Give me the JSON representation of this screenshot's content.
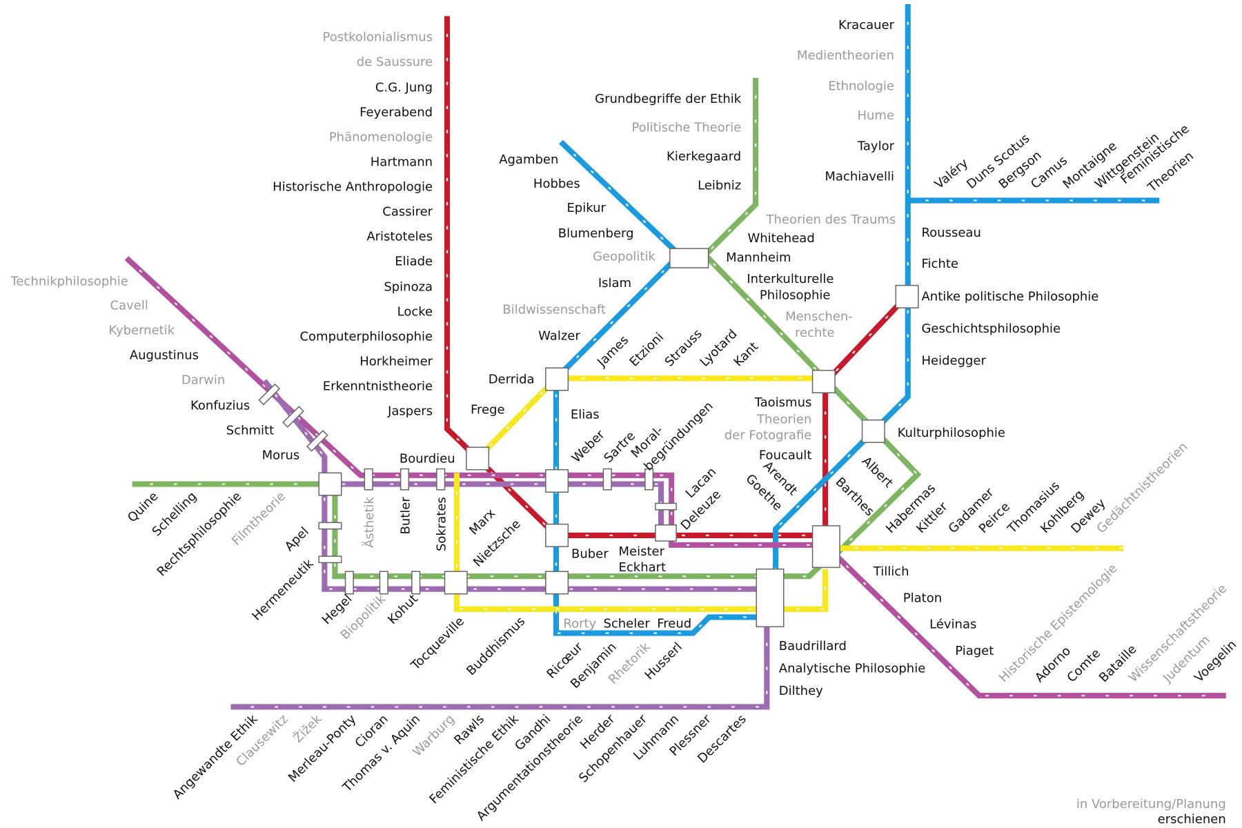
{
  "colors": {
    "red": "#c8192b",
    "blue": "#1a9be0",
    "green": "#7db561",
    "yellow": "#f7e71b",
    "magenta": "#b3509f",
    "lavender": "#9d6cb0",
    "published_text": "#111111",
    "planned_text": "#9a9a9a"
  },
  "legend": {
    "planned": "in Vorbereitung/Planung",
    "published": "erschienen"
  },
  "labels": [
    {
      "text": "Postkolonialismus",
      "status": "planned"
    },
    {
      "text": "de Saussure",
      "status": "planned"
    },
    {
      "text": "C.G. Jung",
      "status": "published"
    },
    {
      "text": "Feyerabend",
      "status": "published"
    },
    {
      "text": "Phänomenologie",
      "status": "planned"
    },
    {
      "text": "Hartmann",
      "status": "published"
    },
    {
      "text": "Historische Anthropologie",
      "status": "published"
    },
    {
      "text": "Cassirer",
      "status": "published"
    },
    {
      "text": "Aristoteles",
      "status": "published"
    },
    {
      "text": "Eliade",
      "status": "published"
    },
    {
      "text": "Spinoza",
      "status": "published"
    },
    {
      "text": "Locke",
      "status": "published"
    },
    {
      "text": "Computerphilosophie",
      "status": "published"
    },
    {
      "text": "Horkheimer",
      "status": "published"
    },
    {
      "text": "Erkenntnistheorie",
      "status": "published"
    },
    {
      "text": "Jaspers",
      "status": "published"
    },
    {
      "text": "Kracauer",
      "status": "published"
    },
    {
      "text": "Medientheorien",
      "status": "planned"
    },
    {
      "text": "Ethnologie",
      "status": "planned"
    },
    {
      "text": "Hume",
      "status": "planned"
    },
    {
      "text": "Taylor",
      "status": "published"
    },
    {
      "text": "Machiavelli",
      "status": "published"
    },
    {
      "text": "Theorien des Traums",
      "status": "planned"
    },
    {
      "text": "Rousseau",
      "status": "published"
    },
    {
      "text": "Fichte",
      "status": "published"
    },
    {
      "text": "Antike politische Philosophie",
      "status": "published"
    },
    {
      "text": "Geschichtsphilosophie",
      "status": "published"
    },
    {
      "text": "Heidegger",
      "status": "published"
    },
    {
      "text": "Kulturphilosophie",
      "status": "published"
    },
    {
      "text": "Valéry",
      "status": "published"
    },
    {
      "text": "Duns Scotus",
      "status": "published"
    },
    {
      "text": "Bergson",
      "status": "published"
    },
    {
      "text": "Camus",
      "status": "published"
    },
    {
      "text": "Montaigne",
      "status": "published"
    },
    {
      "text": "Wittgenstein",
      "status": "published"
    },
    {
      "text": "Feministische",
      "status": "published"
    },
    {
      "text": "Theorien",
      "status": "published"
    },
    {
      "text": "Grundbegriffe der Ethik",
      "status": "published"
    },
    {
      "text": "Politische Theorie",
      "status": "planned"
    },
    {
      "text": "Kierkegaard",
      "status": "published"
    },
    {
      "text": "Leibniz",
      "status": "published"
    },
    {
      "text": "Agamben",
      "status": "published"
    },
    {
      "text": "Hobbes",
      "status": "published"
    },
    {
      "text": "Epikur",
      "status": "published"
    },
    {
      "text": "Blumenberg",
      "status": "published"
    },
    {
      "text": "Geopolitik",
      "status": "planned"
    },
    {
      "text": "Islam",
      "status": "published"
    },
    {
      "text": "Bildwissenschaft",
      "status": "planned"
    },
    {
      "text": "Walzer",
      "status": "published"
    },
    {
      "text": "Derrida",
      "status": "published"
    },
    {
      "text": "Whitehead",
      "status": "published"
    },
    {
      "text": "Mannheim",
      "status": "published"
    },
    {
      "text": "Interkulturelle",
      "status": "published"
    },
    {
      "text": "Philosophie",
      "status": "published"
    },
    {
      "text": "Menschen-",
      "status": "planned"
    },
    {
      "text": "rechte",
      "status": "planned"
    },
    {
      "text": "James",
      "status": "published"
    },
    {
      "text": "Etzioni",
      "status": "published"
    },
    {
      "text": "Strauss",
      "status": "published"
    },
    {
      "text": "Lyotard",
      "status": "published"
    },
    {
      "text": "Kant",
      "status": "published"
    },
    {
      "text": "Taoismus",
      "status": "published"
    },
    {
      "text": "Theorien",
      "status": "planned"
    },
    {
      "text": "der Fotografie",
      "status": "planned"
    },
    {
      "text": "Foucault",
      "status": "published"
    },
    {
      "text": "Elias",
      "status": "published"
    },
    {
      "text": "Frege",
      "status": "published"
    },
    {
      "text": "Weber",
      "status": "published"
    },
    {
      "text": "Sartre",
      "status": "published"
    },
    {
      "text": "Moral-",
      "status": "published"
    },
    {
      "text": "begründungen",
      "status": "published"
    },
    {
      "text": "Lacan",
      "status": "published"
    },
    {
      "text": "Deleuze",
      "status": "published"
    },
    {
      "text": "Arendt",
      "status": "published"
    },
    {
      "text": "Goethe",
      "status": "published"
    },
    {
      "text": "Barthes",
      "status": "published"
    },
    {
      "text": "Albert",
      "status": "published"
    },
    {
      "text": "Bourdieu",
      "status": "published"
    },
    {
      "text": "Technikphilosophie",
      "status": "planned"
    },
    {
      "text": "Cavell",
      "status": "planned"
    },
    {
      "text": "Kybernetik",
      "status": "planned"
    },
    {
      "text": "Augustinus",
      "status": "published"
    },
    {
      "text": "Darwin",
      "status": "planned"
    },
    {
      "text": "Konfuzius",
      "status": "published"
    },
    {
      "text": "Schmitt",
      "status": "published"
    },
    {
      "text": "Morus",
      "status": "published"
    },
    {
      "text": "Quine",
      "status": "published"
    },
    {
      "text": "Schelling",
      "status": "published"
    },
    {
      "text": "Rechtsphilosophie",
      "status": "published"
    },
    {
      "text": "Filmtheorie",
      "status": "planned"
    },
    {
      "text": "Ästhetik",
      "status": "planned"
    },
    {
      "text": "Butler",
      "status": "published"
    },
    {
      "text": "Sokrates",
      "status": "published"
    },
    {
      "text": "Marx",
      "status": "published"
    },
    {
      "text": "Nietzsche",
      "status": "published"
    },
    {
      "text": "Apel",
      "status": "published"
    },
    {
      "text": "Hermeneutik",
      "status": "published"
    },
    {
      "text": "Buber",
      "status": "published"
    },
    {
      "text": "Meister",
      "status": "published"
    },
    {
      "text": "Eckhart",
      "status": "published"
    },
    {
      "text": "Hegel",
      "status": "published"
    },
    {
      "text": "Biopolitik",
      "status": "planned"
    },
    {
      "text": "Kohut",
      "status": "published"
    },
    {
      "text": "Tocqueville",
      "status": "published"
    },
    {
      "text": "Buddhismus",
      "status": "published"
    },
    {
      "text": "Rorty",
      "status": "planned"
    },
    {
      "text": "Scheler",
      "status": "published"
    },
    {
      "text": "Freud",
      "status": "published"
    },
    {
      "text": "Ricœur",
      "status": "published"
    },
    {
      "text": "Benjamin",
      "status": "published"
    },
    {
      "text": "Rhetorik",
      "status": "planned"
    },
    {
      "text": "Husserl",
      "status": "published"
    },
    {
      "text": "Baudrillard",
      "status": "published"
    },
    {
      "text": "Analytische Philosophie",
      "status": "published"
    },
    {
      "text": "Dilthey",
      "status": "published"
    },
    {
      "text": "Habermas",
      "status": "published"
    },
    {
      "text": "Kittler",
      "status": "published"
    },
    {
      "text": "Gadamer",
      "status": "published"
    },
    {
      "text": "Peirce",
      "status": "published"
    },
    {
      "text": "Thomasius",
      "status": "published"
    },
    {
      "text": "Kohlberg",
      "status": "published"
    },
    {
      "text": "Dewey",
      "status": "published"
    },
    {
      "text": "Gedächtnistheorien",
      "status": "planned"
    },
    {
      "text": "Tillich",
      "status": "published"
    },
    {
      "text": "Platon",
      "status": "published"
    },
    {
      "text": "Lévinas",
      "status": "published"
    },
    {
      "text": "Piaget",
      "status": "published"
    },
    {
      "text": "Historische Epistemologie",
      "status": "planned"
    },
    {
      "text": "Adorno",
      "status": "published"
    },
    {
      "text": "Comte",
      "status": "published"
    },
    {
      "text": "Bataille",
      "status": "published"
    },
    {
      "text": "Wissenschaftstheorie",
      "status": "planned"
    },
    {
      "text": "Judentum",
      "status": "planned"
    },
    {
      "text": "Voegelin",
      "status": "published"
    },
    {
      "text": "Angewandte Ethik",
      "status": "published"
    },
    {
      "text": "Clausewitz",
      "status": "planned"
    },
    {
      "text": "Žižek",
      "status": "planned"
    },
    {
      "text": "Merleau-Ponty",
      "status": "published"
    },
    {
      "text": "Cioran",
      "status": "published"
    },
    {
      "text": "Thomas v. Aquin",
      "status": "published"
    },
    {
      "text": "Warburg",
      "status": "planned"
    },
    {
      "text": "Rawls",
      "status": "published"
    },
    {
      "text": "Feministische Ethik",
      "status": "published"
    },
    {
      "text": "Gandhi",
      "status": "published"
    },
    {
      "text": "Argumentationstheorie",
      "status": "published"
    },
    {
      "text": "Herder",
      "status": "published"
    },
    {
      "text": "Schopenhauer",
      "status": "published"
    },
    {
      "text": "Luhmann",
      "status": "published"
    },
    {
      "text": "Plessner",
      "status": "published"
    },
    {
      "text": "Descartes",
      "status": "published"
    }
  ]
}
